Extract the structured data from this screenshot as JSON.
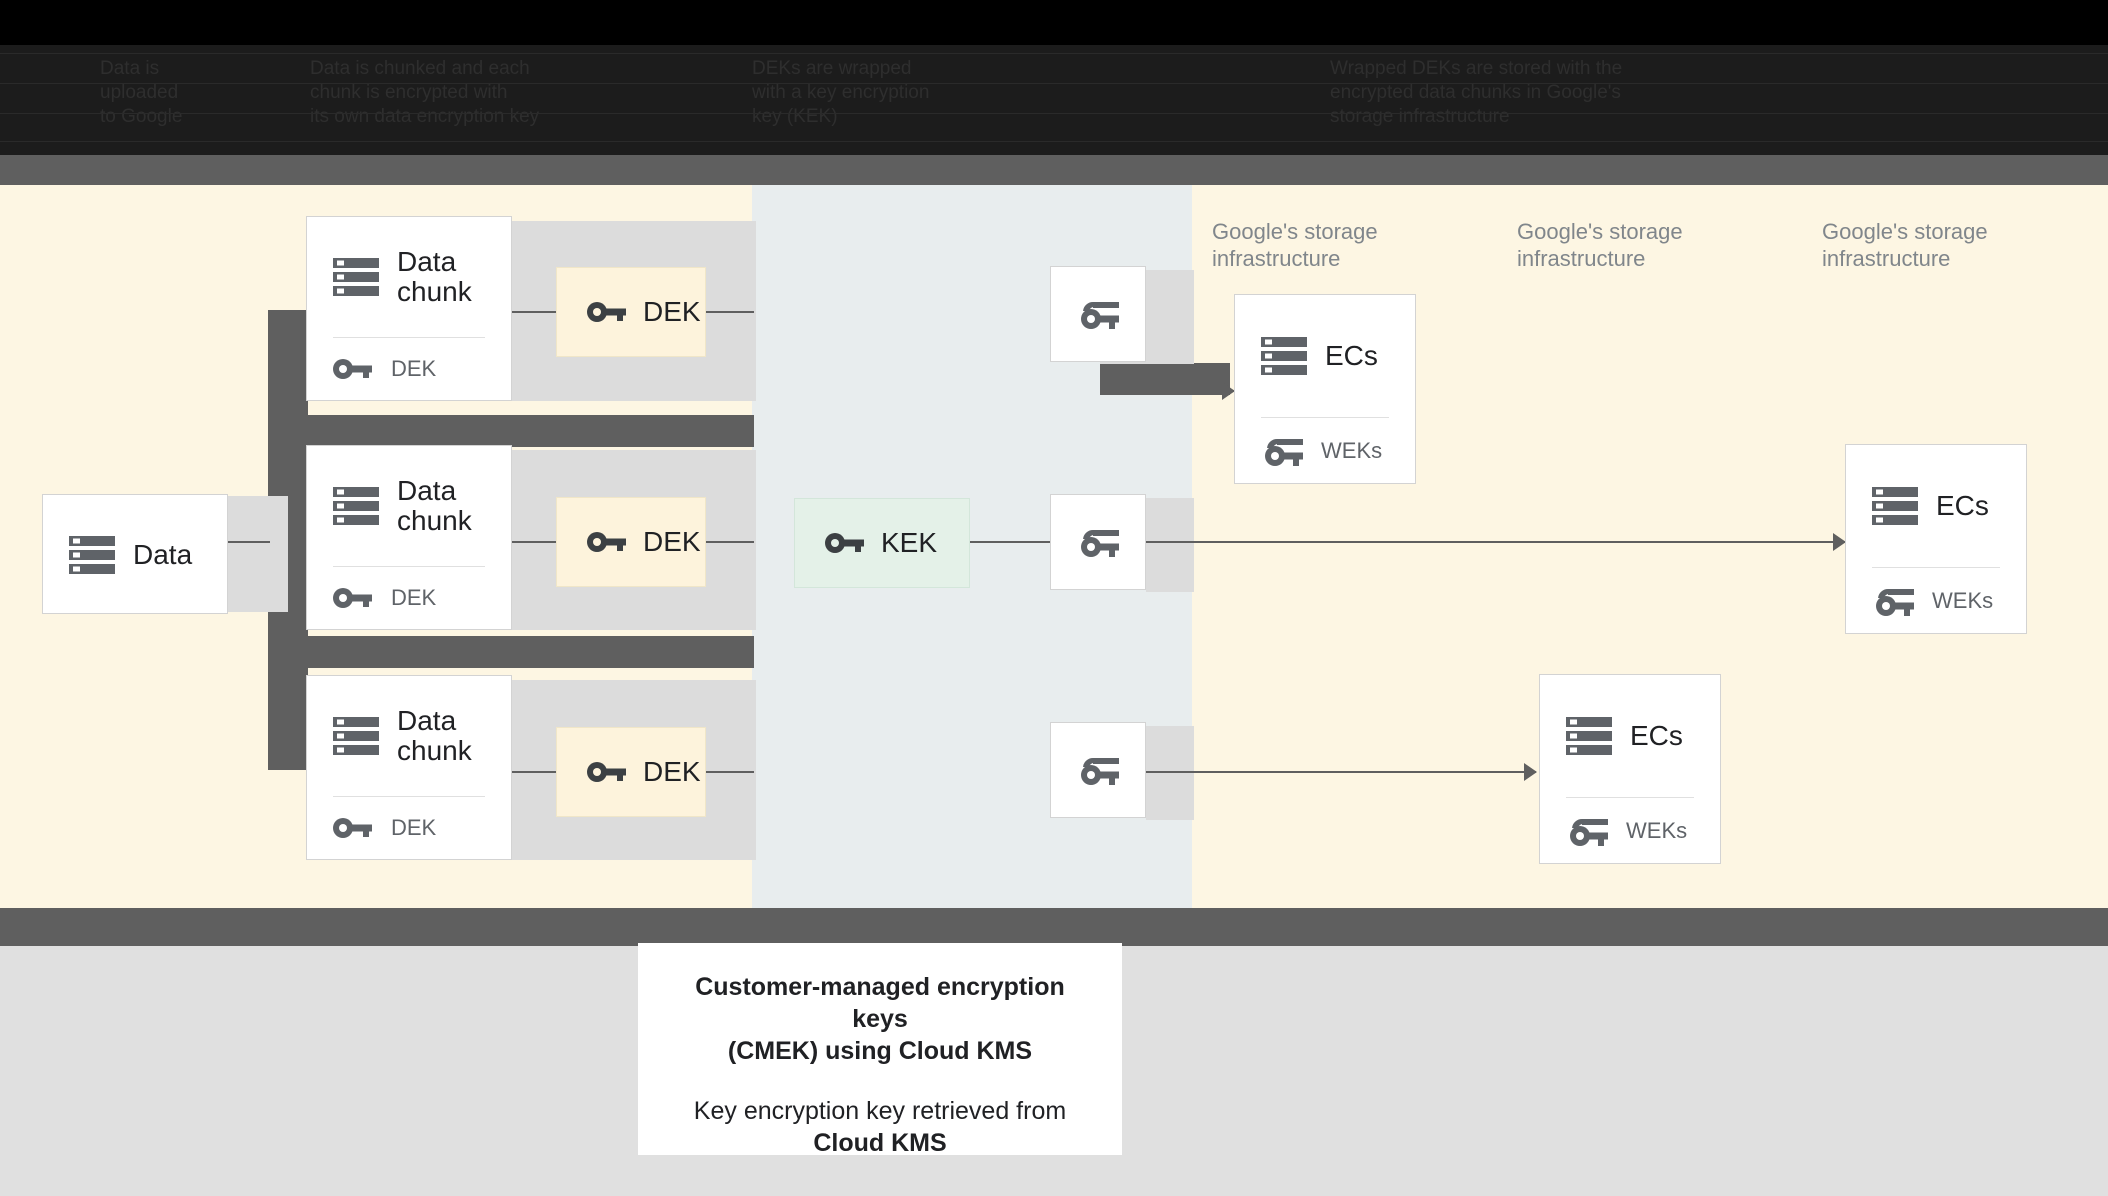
{
  "top_legend": {
    "columns": [
      {
        "left_label": "Data is\nuploaded\nto Google",
        "right_label": "Data is chunked and each\nchunk is encrypted with\nits own data encryption key"
      },
      {
        "left_label": "",
        "right_label": "DEKs are wrapped\nwith a key encryption\nkey (KEK)"
      },
      {
        "left_label": "",
        "right_label": "Wrapped DEKs are stored with the\nencrypted data chunks in Google's\nstorage infrastructure"
      }
    ],
    "text_color": "#2e2e2e",
    "band_color": "#1c1c1c"
  },
  "diagram": {
    "source": {
      "label": "Data",
      "icon": "server-icon"
    },
    "chunks": [
      {
        "label": "Data\nchunk",
        "icon": "server-icon",
        "key_label": "DEK",
        "key_icon": "key-icon"
      },
      {
        "label": "Data\nchunk",
        "icon": "server-icon",
        "key_label": "DEK",
        "key_icon": "key-icon"
      },
      {
        "label": "Data\nchunk",
        "icon": "server-icon",
        "key_label": "DEK",
        "key_icon": "key-icon"
      }
    ],
    "dek_chips": [
      {
        "label": "DEK",
        "icon": "key-icon"
      },
      {
        "label": "DEK",
        "icon": "key-icon"
      },
      {
        "label": "DEK",
        "icon": "key-icon"
      }
    ],
    "kek_chip": {
      "label": "KEK",
      "icon": "key-icon"
    },
    "wrapped_keys": [
      {
        "icon": "double-key-icon"
      },
      {
        "icon": "double-key-icon"
      },
      {
        "icon": "double-key-icon"
      }
    ],
    "infra_labels": [
      "Google's storage\ninfrastructure",
      "Google's storage\ninfrastructure",
      "Google's storage\ninfrastructure"
    ],
    "ec_cards": [
      {
        "label": "ECs",
        "icon": "server-icon",
        "key_label": "WEKs",
        "key_icon": "double-key-icon"
      },
      {
        "label": "ECs",
        "icon": "server-icon",
        "key_label": "WEKs",
        "key_icon": "double-key-icon"
      },
      {
        "label": "ECs",
        "icon": "server-icon",
        "key_label": "WEKs",
        "key_icon": "double-key-icon"
      }
    ]
  },
  "caption": {
    "title_line1": "Customer-managed encryption keys",
    "title_line2": "(CMEK) using Cloud KMS",
    "body_line1": "Key encryption key retrieved from",
    "body_line2": "Cloud KMS"
  },
  "colors": {
    "cream": "#fdf6e3",
    "mid_band": "#e8edee",
    "dark_band": "#5f5f5f",
    "bottom_band": "#e0e0e0",
    "dek_chip": "#fdf3dc",
    "kek_chip": "#e4f1e8",
    "icon": "#5f6368",
    "muted_text": "#80868b"
  }
}
